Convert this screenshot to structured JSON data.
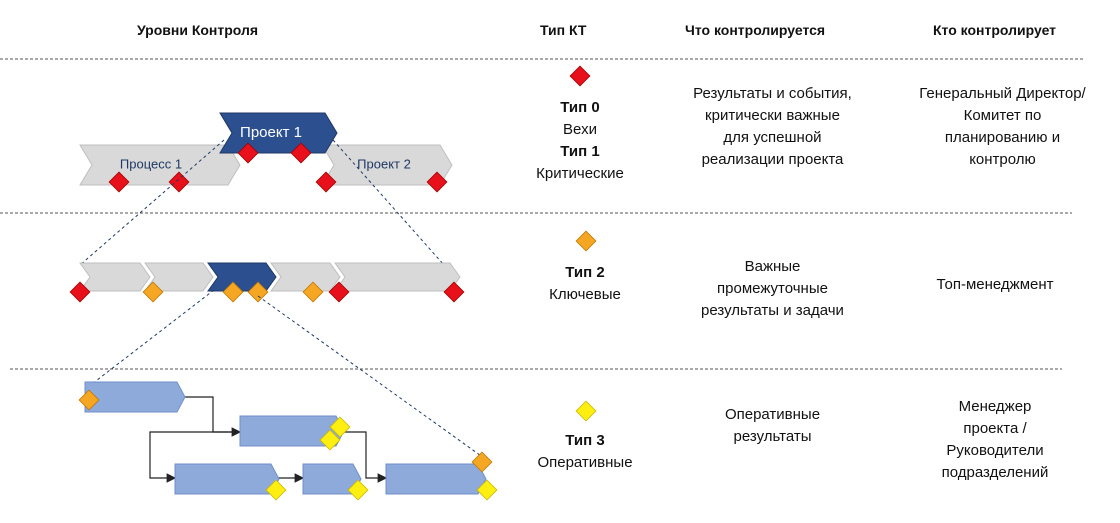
{
  "headers": {
    "levels": "Уровни Контроля",
    "type": "Тип КТ",
    "what": "Что контролируется",
    "who": "Кто контролирует"
  },
  "diagram_labels": {
    "project1": "Проект 1",
    "process1": "Процесс 1",
    "project2": "Проект 2"
  },
  "rows": [
    {
      "type_lines": [
        "Тип 0",
        "Вехи",
        "Тип 1",
        "Критические"
      ],
      "marker_color": "#e8101a",
      "what": [
        "Результаты и события,",
        "критически важные",
        "для успешной",
        "реализации проекта"
      ],
      "who": [
        "Генеральный Директор/",
        "Комитет по",
        "планированию и",
        "контролю"
      ]
    },
    {
      "type_lines": [
        "Тип 2",
        "Ключевые"
      ],
      "marker_color": "#f5a623",
      "what": [
        "Важные",
        "промежуточные",
        "результаты и задачи"
      ],
      "who": [
        "Топ-менеджмент"
      ]
    },
    {
      "type_lines": [
        "Тип 3",
        "Оперативные"
      ],
      "marker_color": "#ffef10",
      "what": [
        "Оперативные",
        "результаты"
      ],
      "who": [
        "Менеджер",
        "проекта /",
        "Руководители",
        "подразделений"
      ]
    }
  ],
  "colors": {
    "milestone_red": "#e8101a",
    "milestone_orange": "#f5a623",
    "milestone_yellow": "#ffef10",
    "project_blue": "#2b4f8f",
    "task_blue": "#8eaadb",
    "process_gray": "#d9d9d9"
  }
}
